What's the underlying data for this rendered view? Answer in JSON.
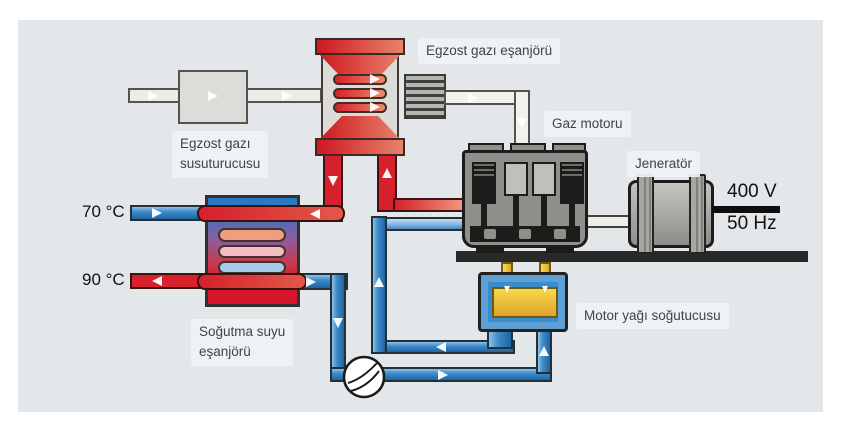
{
  "diagram_title": "Gas engine cogeneration (CHP) flow diagram",
  "labels": {
    "exhaust_hx": "Egzost gazı eşanjörü",
    "silencer_line1": "Egzost gazı",
    "silencer_line2": "susuturucusu",
    "engine": "Gaz motoru",
    "generator": "Jeneratör",
    "cooling_hx_line1": "Soğutma suyu",
    "cooling_hx_line2": "eşanjörü",
    "oil_cooler": "Motor yağı soğutucusu"
  },
  "readings": {
    "return_temperature": "70 °C",
    "supply_temperature": "90 °C",
    "voltage": "400 V",
    "frequency": "50 Hz"
  },
  "palette": {
    "panel_bg": "#e3e7ea",
    "hot_water_red": "#d6202b",
    "cold_water_blue": "#2e80c5",
    "exhaust_gray": "#ebebe7",
    "oil_yellow": "#eec93c",
    "metal_gray": "#8f8f8b",
    "label_text": "#3d434b"
  },
  "icons": {
    "flow_arrow": "white-triangle",
    "pump": "circle-with-impeller-arcs"
  }
}
